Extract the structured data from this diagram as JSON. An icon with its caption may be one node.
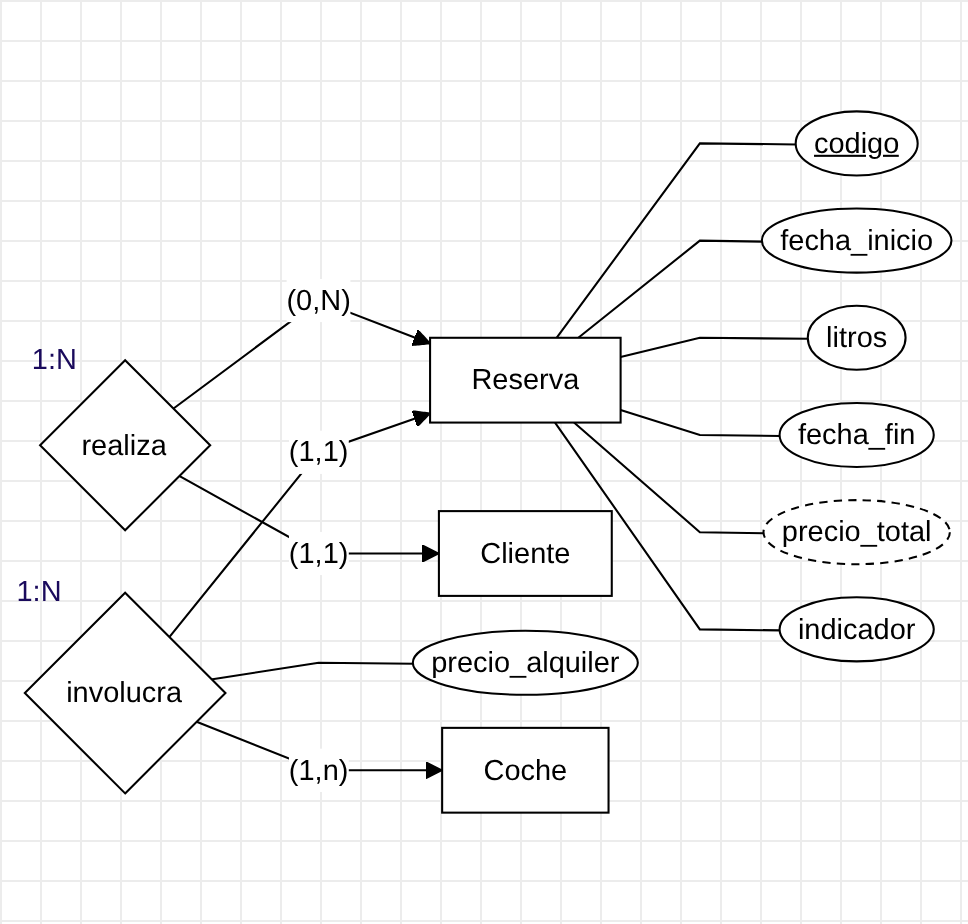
{
  "diagram": {
    "nodes": [
      {
        "text": [
          "fecha_inicio"
        ]
      },
      {
        "text": [
          "fecha_fin"
        ]
      },
      {
        "text": [
          "codigo"
        ]
      },
      {
        "text": [
          "litros"
        ]
      },
      {
        "text": [
          "precio_total"
        ]
      },
      {
        "text": [
          "realiza"
        ],
        "beside": [
          "1:N"
        ]
      },
      {
        "text": [
          "Reserva"
        ]
      },
      {
        "text": [
          "indicador"
        ]
      },
      {
        "text": [
          "Cliente"
        ]
      },
      {
        "text": [
          "involucra"
        ],
        "beside": [
          "1:N"
        ]
      },
      {
        "text": [
          "precio_alquiler"
        ]
      },
      {
        "text": [
          "Coche"
        ]
      }
    ],
    "edges": [
      {
        "from": 6,
        "to": 2,
        "arrow": "none"
      },
      {
        "from": 6,
        "to": 0,
        "arrow": "none"
      },
      {
        "from": 6,
        "to": 3,
        "arrow": "none"
      },
      {
        "from": 6,
        "to": 1,
        "arrow": "none"
      },
      {
        "from": 6,
        "to": 4,
        "arrow": "none"
      },
      {
        "from": 5,
        "to": 6,
        "arrow": "to",
        "label": "(0,N)"
      },
      {
        "from": 6,
        "to": 7,
        "arrow": "none"
      },
      {
        "from": 5,
        "to": 8,
        "arrow": "to",
        "label": "(1,1)"
      },
      {
        "from": 9,
        "to": 6,
        "arrow": "to",
        "label": "(1,1)"
      },
      {
        "from": 9,
        "to": 10,
        "arrow": "none"
      },
      {
        "from": 9,
        "to": 11,
        "arrow": "to",
        "label": "(1,n)"
      }
    ]
  }
}
